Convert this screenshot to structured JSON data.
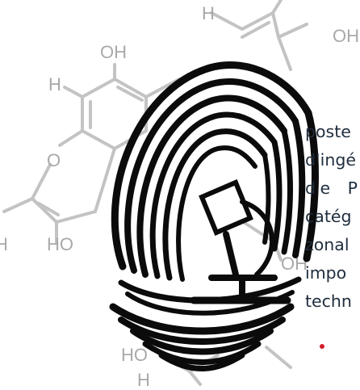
{
  "atoms": {
    "h_top": "H",
    "oh_top_right": "OH",
    "oh_upper_left": "OH",
    "h_left": "H",
    "o_ring": "O",
    "oh_right": "OH",
    "h_far_left": "H",
    "ho_left": "HO",
    "ho_bottom": "HO",
    "h_bottom": "H"
  },
  "text_lines": [
    "poste",
    "d'ingé",
    "de P",
    "catég",
    "zonal",
    "impo",
    "techn"
  ],
  "colors": {
    "bond": "#c3c3c3",
    "atom": "#a9a9a9",
    "text": "#1f2d3d",
    "ink": "#0b0b0b",
    "bullet": "#d21f2a"
  },
  "icons": {
    "fingerprint": "fingerprint-icon",
    "microscope": "microscope-icon",
    "bullet": "bullet-icon"
  }
}
